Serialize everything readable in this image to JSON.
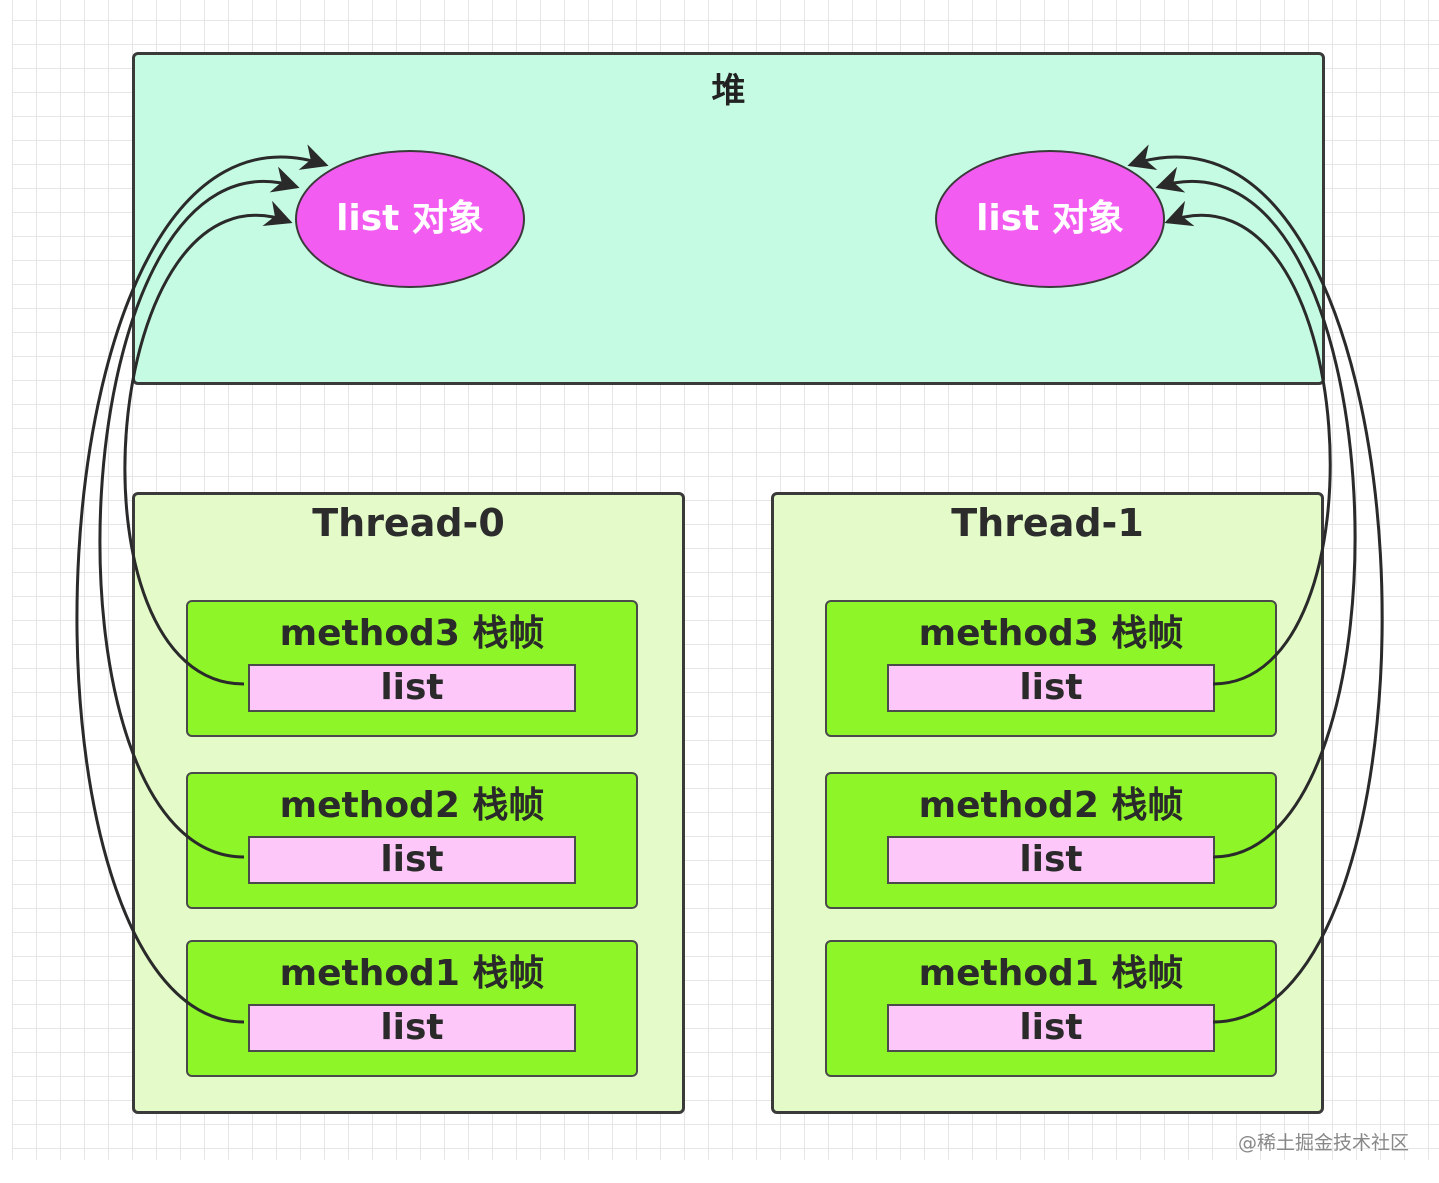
{
  "heap": {
    "title": "堆"
  },
  "objects": [
    {
      "label": "list 对象"
    },
    {
      "label": "list 对象"
    }
  ],
  "threads": [
    {
      "title": "Thread-0",
      "frames": [
        {
          "title": "method3 栈帧",
          "var": "list"
        },
        {
          "title": "method2 栈帧",
          "var": "list"
        },
        {
          "title": "method1 栈帧",
          "var": "list"
        }
      ]
    },
    {
      "title": "Thread-1",
      "frames": [
        {
          "title": "method3 栈帧",
          "var": "list"
        },
        {
          "title": "method2 栈帧",
          "var": "list"
        },
        {
          "title": "method1 栈帧",
          "var": "list"
        }
      ]
    }
  ],
  "watermark": "@稀土掘金技术社区",
  "colors": {
    "heap_bg": "#c6fbe3",
    "thread_bg": "#e4fbc9",
    "frame_bg": "#8ef529",
    "var_bg": "#fdc7f9",
    "object_fill": "#f25cf0",
    "border": "#3a3a3a"
  }
}
